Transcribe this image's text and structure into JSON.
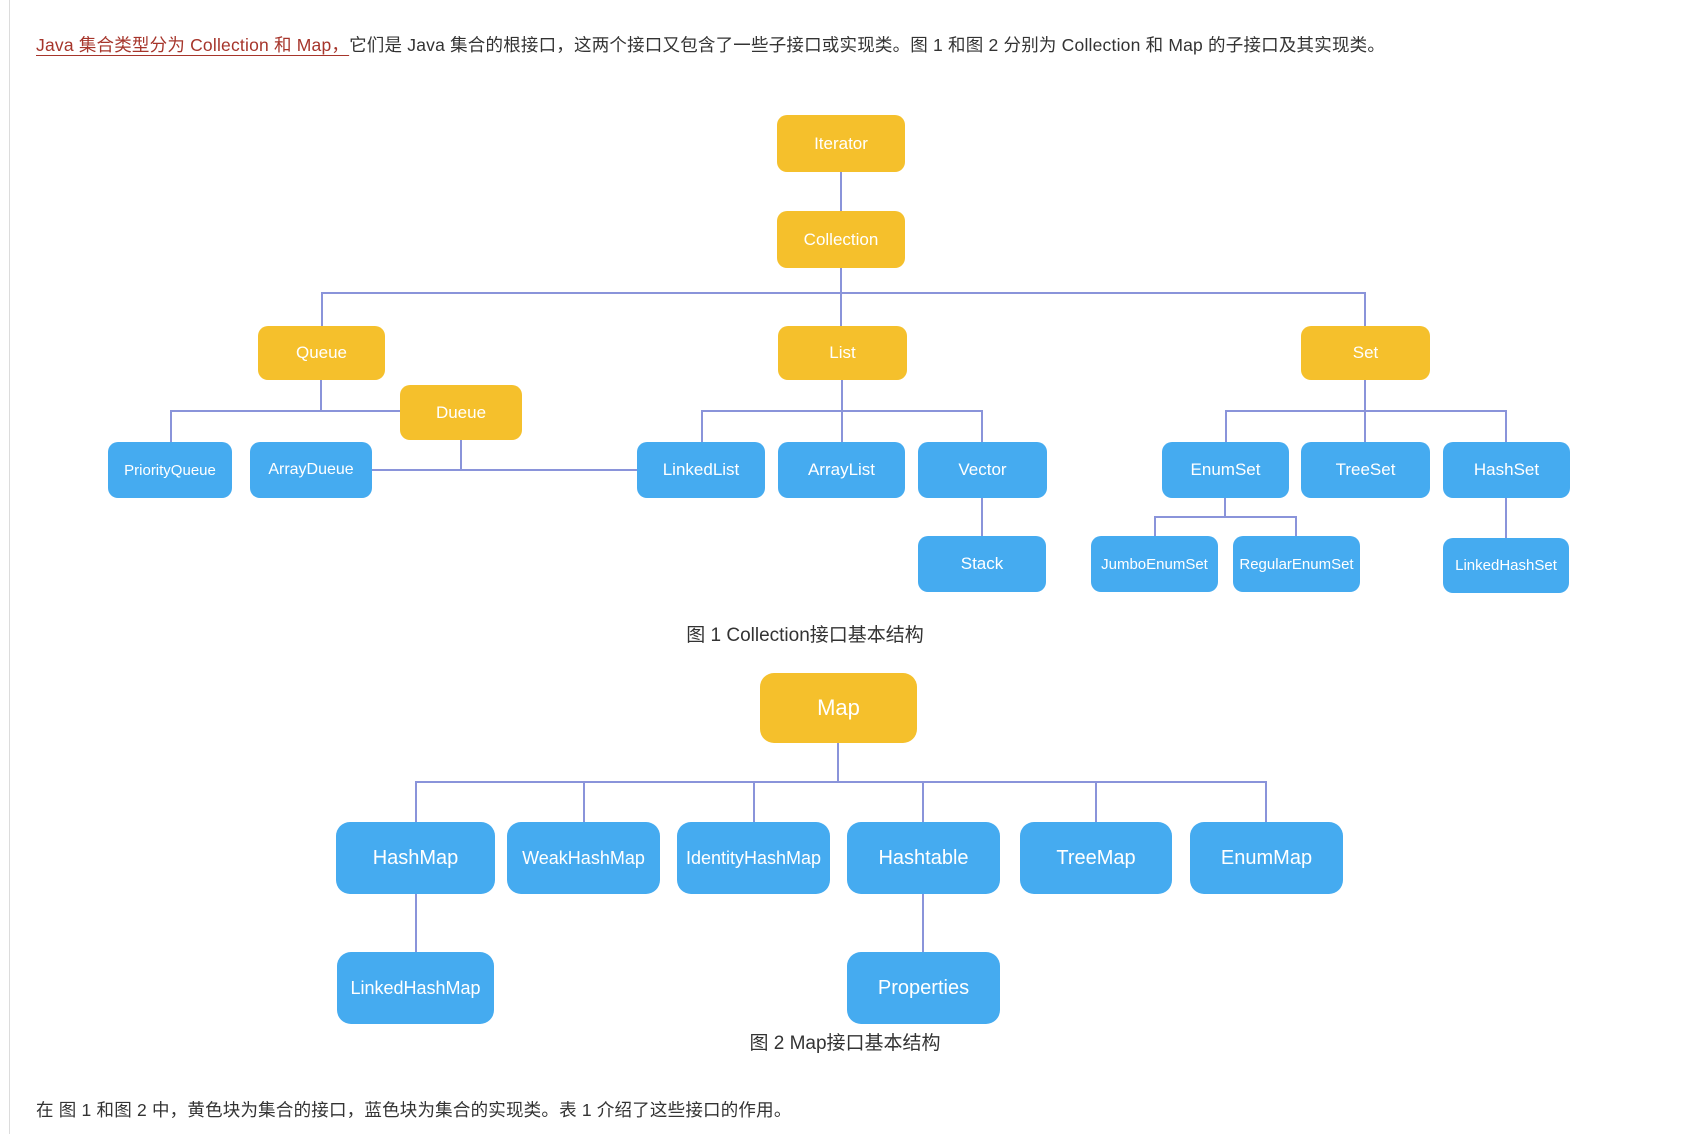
{
  "page": {
    "intro": {
      "highlight": "Java 集合类型分为 Collection 和 Map，",
      "rest": "它们是 Java 集合的根接口，这两个接口又包含了一些子接口或实现类。图 1 和图 2 分别为 Collection 和 Map 的子接口及其实现类。"
    },
    "footer": "在 图 1 和图 2 中，黄色块为集合的接口，蓝色块为集合的实现类。表 1 介绍了这些接口的作用。"
  },
  "colors": {
    "interface_box": "#f5c02c",
    "implementation_box": "#45abf0",
    "connector": "#8a94da",
    "highlight_text": "#a6352b"
  },
  "figure1": {
    "caption": "图 1  Collection接口基本结构",
    "nodes": {
      "iterator": "Iterator",
      "collection": "Collection",
      "queue": "Queue",
      "dueue": "Dueue",
      "list": "List",
      "set": "Set",
      "priorityqueue": "PriorityQueue",
      "arraydueue": "ArrayDueue",
      "linkedlist": "LinkedList",
      "arraylist": "ArrayList",
      "vector": "Vector",
      "stack": "Stack",
      "enumset": "EnumSet",
      "treeset": "TreeSet",
      "hashset": "HashSet",
      "jumboenumset": "JumboEnumSet",
      "regularenumset": "RegularEnumSet",
      "linkedhashset": "LinkedHashSet"
    },
    "hierarchy": [
      [
        "Iterator",
        "Collection"
      ],
      [
        "Collection",
        "Queue"
      ],
      [
        "Collection",
        "List"
      ],
      [
        "Collection",
        "Set"
      ],
      [
        "Queue",
        "PriorityQueue"
      ],
      [
        "Queue",
        "Dueue"
      ],
      [
        "Dueue",
        "ArrayDueue"
      ],
      [
        "Dueue",
        "LinkedList"
      ],
      [
        "List",
        "LinkedList"
      ],
      [
        "List",
        "ArrayList"
      ],
      [
        "List",
        "Vector"
      ],
      [
        "Vector",
        "Stack"
      ],
      [
        "Set",
        "EnumSet"
      ],
      [
        "Set",
        "TreeSet"
      ],
      [
        "Set",
        "HashSet"
      ],
      [
        "EnumSet",
        "JumboEnumSet"
      ],
      [
        "EnumSet",
        "RegularEnumSet"
      ],
      [
        "HashSet",
        "LinkedHashSet"
      ]
    ]
  },
  "figure2": {
    "caption": "图 2  Map接口基本结构",
    "nodes": {
      "map": "Map",
      "hashmap": "HashMap",
      "weakhashmap": "WeakHashMap",
      "identityhashmap": "IdentityHashMap",
      "hashtable": "Hashtable",
      "treemap": "TreeMap",
      "enummap": "EnumMap",
      "linkedhashmap": "LinkedHashMap",
      "properties": "Properties"
    },
    "hierarchy": [
      [
        "Map",
        "HashMap"
      ],
      [
        "Map",
        "WeakHashMap"
      ],
      [
        "Map",
        "IdentityHashMap"
      ],
      [
        "Map",
        "Hashtable"
      ],
      [
        "Map",
        "TreeMap"
      ],
      [
        "Map",
        "EnumMap"
      ],
      [
        "HashMap",
        "LinkedHashMap"
      ],
      [
        "Hashtable",
        "Properties"
      ]
    ]
  }
}
